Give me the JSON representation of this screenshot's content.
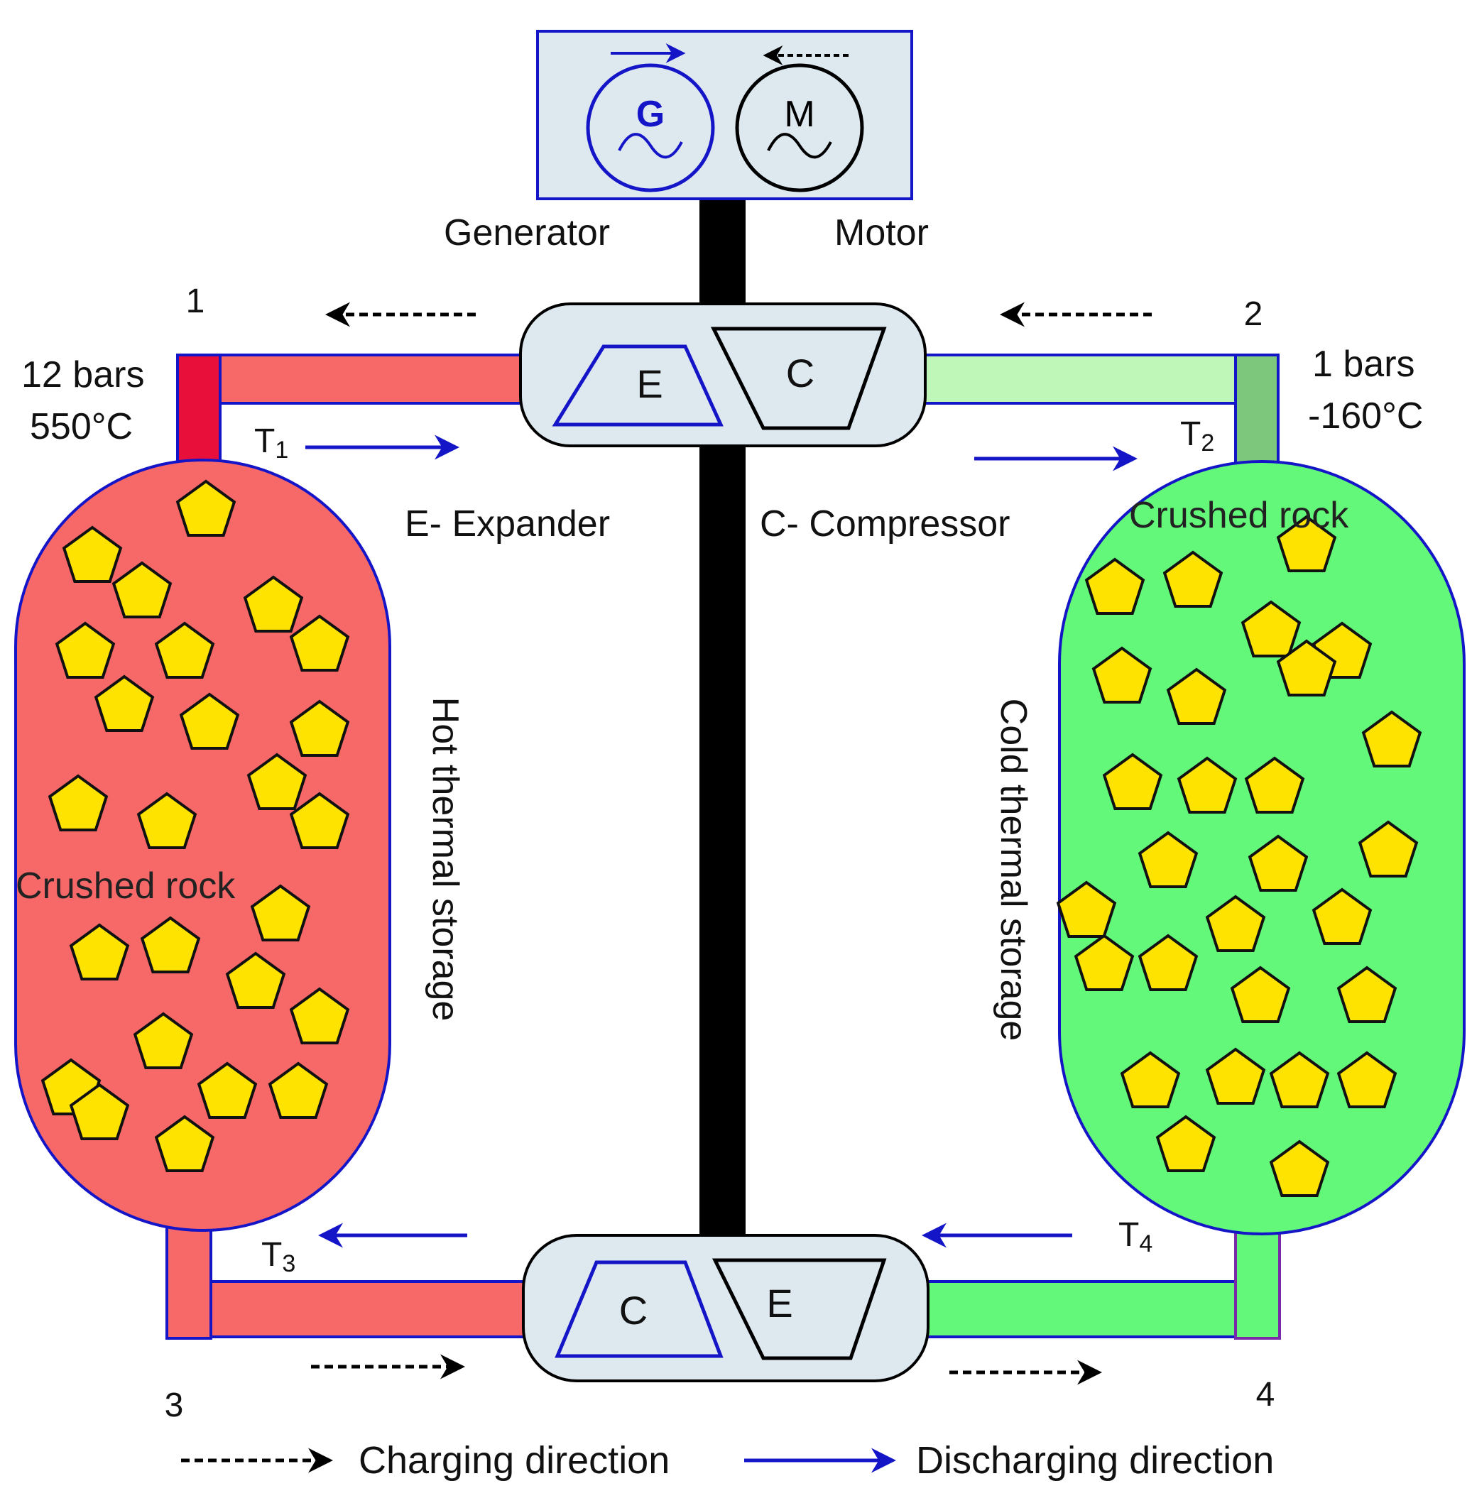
{
  "machine": {
    "generator_letter": "G",
    "motor_letter": "M",
    "generator_label": "Generator",
    "motor_label": "Motor"
  },
  "upper_unit": {
    "expander_letter": "E",
    "compressor_letter": "C"
  },
  "lower_unit": {
    "compressor_letter": "C",
    "expander_letter": "E"
  },
  "legend_top": {
    "expander": "E- Expander",
    "compressor": "C- Compressor"
  },
  "hot_store": {
    "label": "Hot thermal storage",
    "fill": "Crushed rock",
    "point_top": "1",
    "point_bottom": "3",
    "pressure": "12 bars",
    "temperature": "550°C",
    "t_top": {
      "main": "T",
      "sub": "1"
    },
    "t_bottom": {
      "main": "T",
      "sub": "3"
    }
  },
  "cold_store": {
    "label": "Cold thermal storage",
    "fill": "Crushed rock",
    "point_top": "2",
    "point_bottom": "4",
    "pressure": "1 bars",
    "temperature": "-160°C",
    "t_top": {
      "main": "T",
      "sub": "2"
    },
    "t_bottom": {
      "main": "T",
      "sub": "4"
    }
  },
  "legend": {
    "charging": "Charging direction",
    "discharging": "Discharging direction"
  },
  "colors": {
    "hot_tank": "#f76868",
    "hot_pipe_dark": "#e8103a",
    "cold_tank": "#64f87a",
    "cold_pipe_light": "#bff7b8",
    "cold_pipe_dark": "#7cc77c",
    "machine_bg": "#dde8ef",
    "outline_blue": "#1515c8",
    "rock": "#ffe300",
    "shaft": "#000000"
  }
}
